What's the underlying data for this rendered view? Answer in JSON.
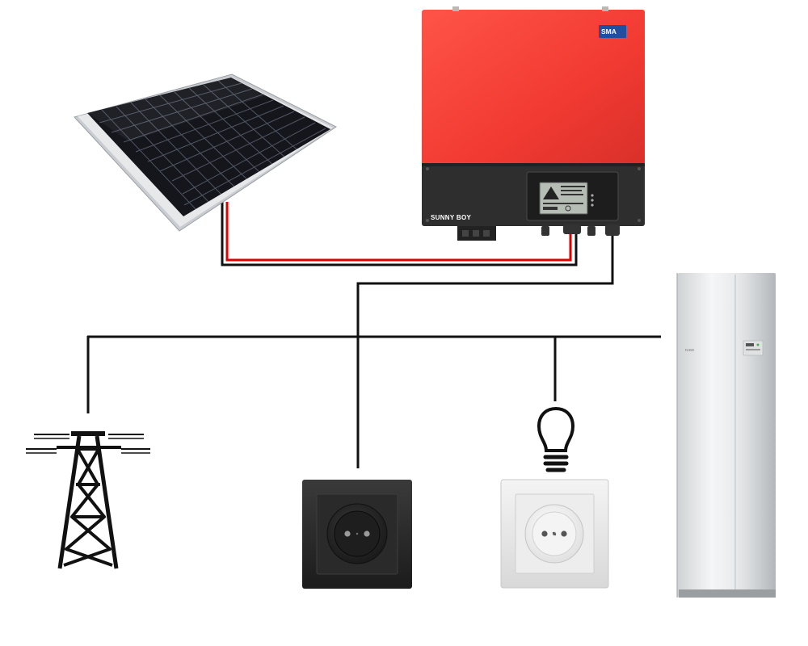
{
  "inverter": {
    "logo": "SMA",
    "model": "SUNNY BOY",
    "body_color": "#f13a32",
    "panel_color": "#2e2e2e"
  },
  "heat_pump": {
    "brand": "NIBE"
  },
  "wires": {
    "dc_positive_color": "#e10000",
    "line_color": "#111111"
  },
  "icons": [
    "solar-panel-icon",
    "inverter-icon",
    "heat-pump-icon",
    "transmission-tower-icon",
    "dark-socket-icon",
    "white-socket-icon",
    "light-bulb-icon"
  ]
}
